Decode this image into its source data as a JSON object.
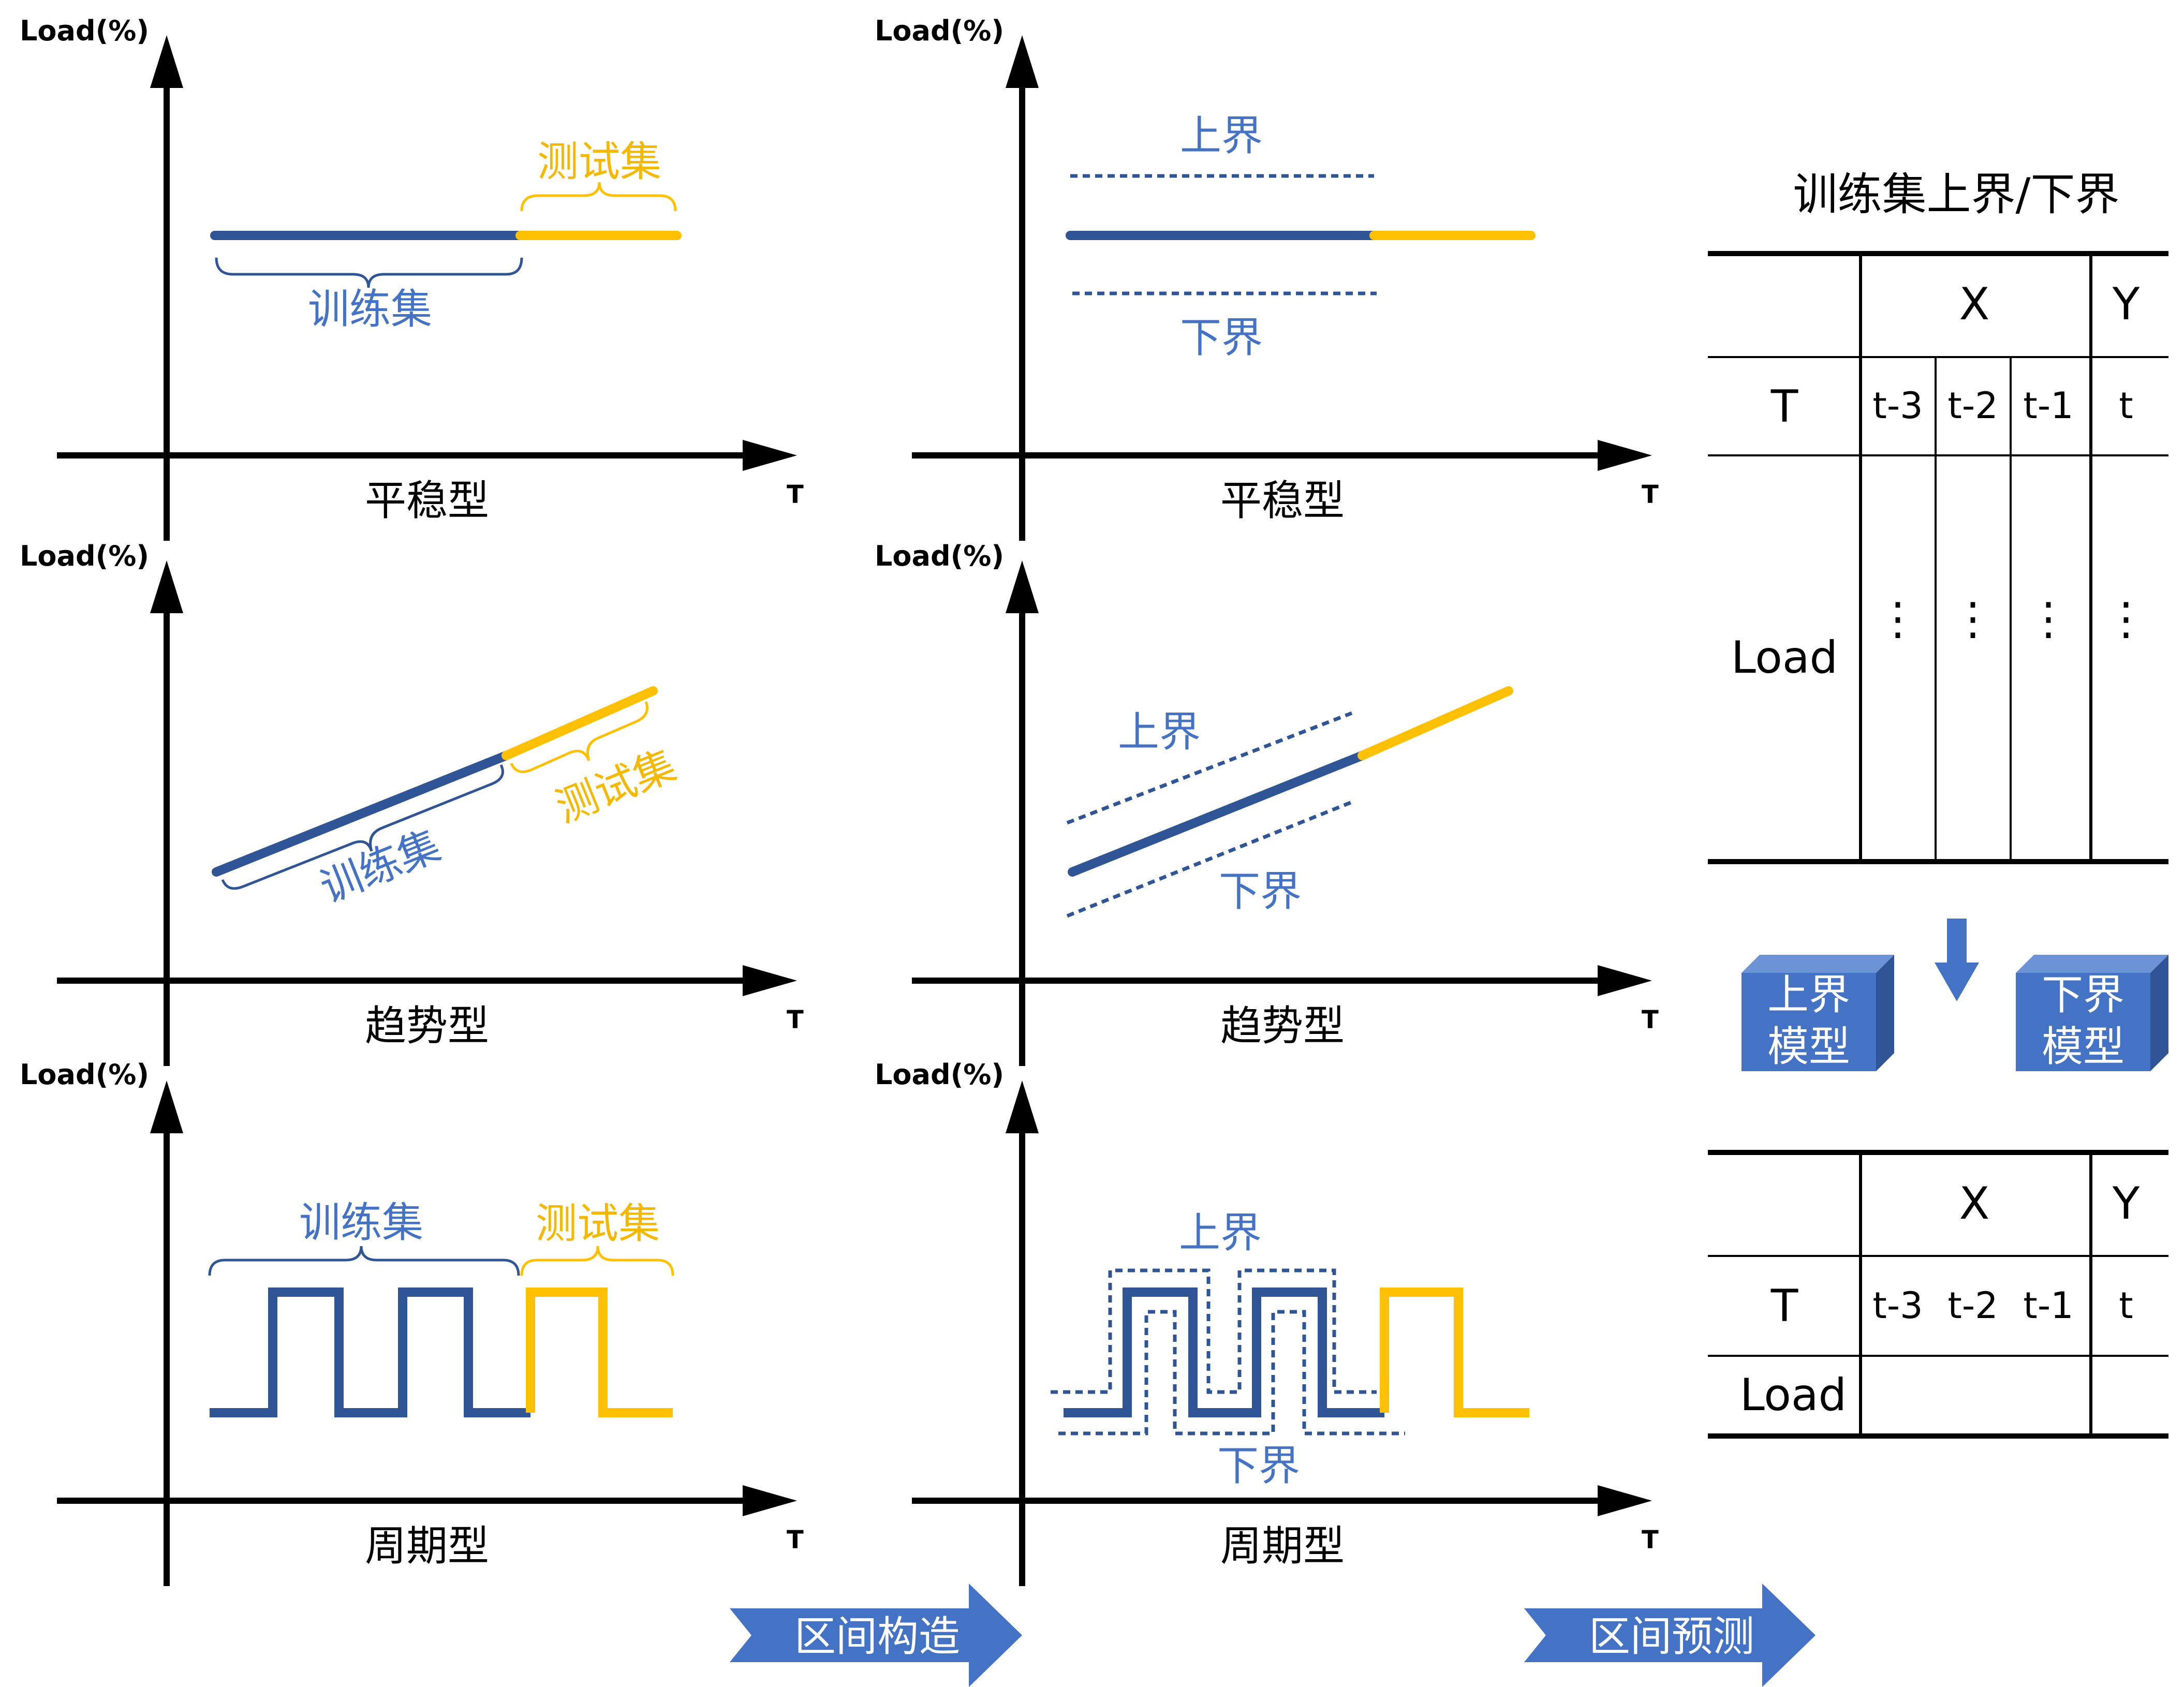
{
  "axes": {
    "y_label": "Load(%)",
    "x_label": "T"
  },
  "types": {
    "stable": "平稳型",
    "trend": "趋势型",
    "periodic": "周期型"
  },
  "split": {
    "train": "训练集",
    "test": "测试集"
  },
  "bounds": {
    "upper": "上界",
    "lower": "下界"
  },
  "arrows": {
    "construct": "区间构造",
    "predict": "区间预测"
  },
  "table_top": {
    "title": "训练集上界/下界",
    "col_x": "X",
    "col_y": "Y",
    "row_t": "T",
    "row_load": "Load",
    "t_values": [
      "t-3",
      "t-2",
      "t-1",
      "t"
    ],
    "ellipsis": "⋮"
  },
  "table_bottom": {
    "col_x": "X",
    "col_y": "Y",
    "row_t": "T",
    "row_load": "Load",
    "t_values": [
      "t-3",
      "t-2",
      "t-1",
      "t"
    ]
  },
  "models": {
    "upper_l1": "上界",
    "upper_l2": "模型",
    "lower_l1": "下界",
    "lower_l2": "模型"
  },
  "colors": {
    "train": "#2F5597",
    "test": "#FFC000",
    "label_blue": "#4472C4",
    "label_yellow": "#F5B800",
    "arrow_blue": "#4472C4"
  }
}
